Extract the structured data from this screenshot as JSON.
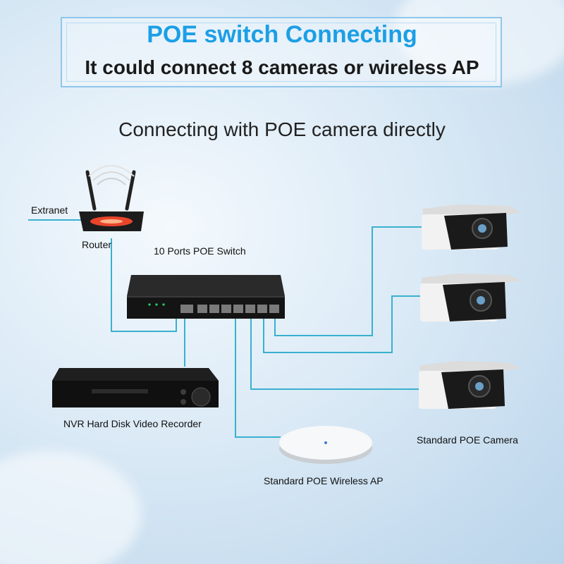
{
  "title": "POE switch Connecting",
  "subtitle_line": "It could connect 8 cameras or wireless AP",
  "heading": "Connecting with POE camera directly",
  "labels": {
    "extranet": "Extranet",
    "router": "Router",
    "switch": "10 Ports POE Switch",
    "nvr": "NVR Hard Disk Video Recorder",
    "camera": "Standard POE Camera",
    "ap": "Standard POE Wireless AP"
  },
  "colors": {
    "title_blue": "#1b9fe6",
    "line": "#3ab0cf"
  }
}
